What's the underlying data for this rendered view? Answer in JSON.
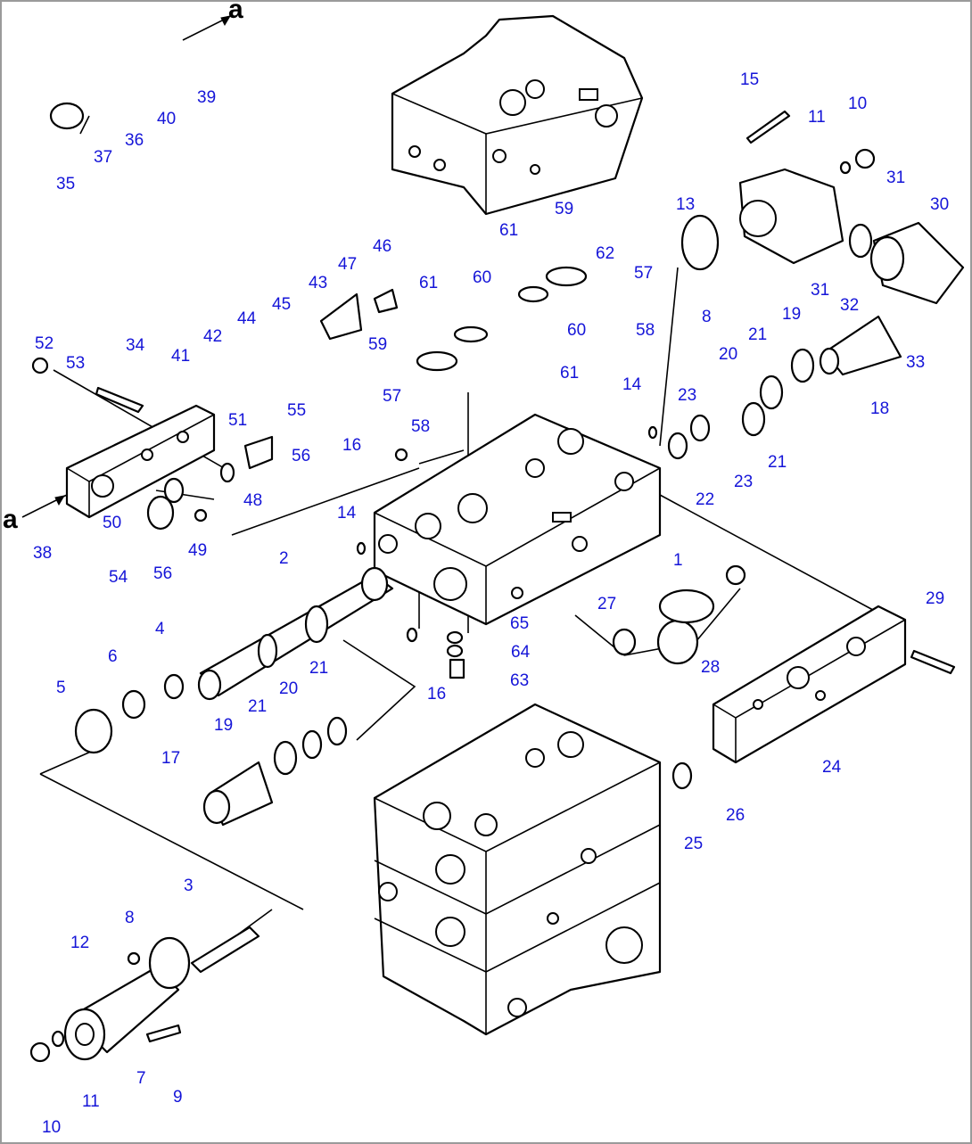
{
  "diagram": {
    "callouts": [
      "1",
      "2",
      "3",
      "4",
      "5",
      "6",
      "7",
      "8",
      "8",
      "9",
      "10",
      "10",
      "11",
      "11",
      "12",
      "13",
      "14",
      "14",
      "15",
      "16",
      "16",
      "17",
      "18",
      "19",
      "19",
      "20",
      "20",
      "21",
      "21",
      "21",
      "21",
      "22",
      "23",
      "23",
      "24",
      "25",
      "26",
      "27",
      "28",
      "29",
      "30",
      "31",
      "31",
      "32",
      "33",
      "34",
      "35",
      "36",
      "37",
      "38",
      "39",
      "40",
      "41",
      "42",
      "43",
      "44",
      "45",
      "46",
      "47",
      "48",
      "49",
      "50",
      "51",
      "52",
      "53",
      "54",
      "55",
      "56",
      "56",
      "57",
      "57",
      "58",
      "58",
      "59",
      "59",
      "60",
      "60",
      "61",
      "61",
      "61",
      "62",
      "63",
      "64",
      "65"
    ],
    "reference_marks": [
      "a",
      "a"
    ]
  }
}
